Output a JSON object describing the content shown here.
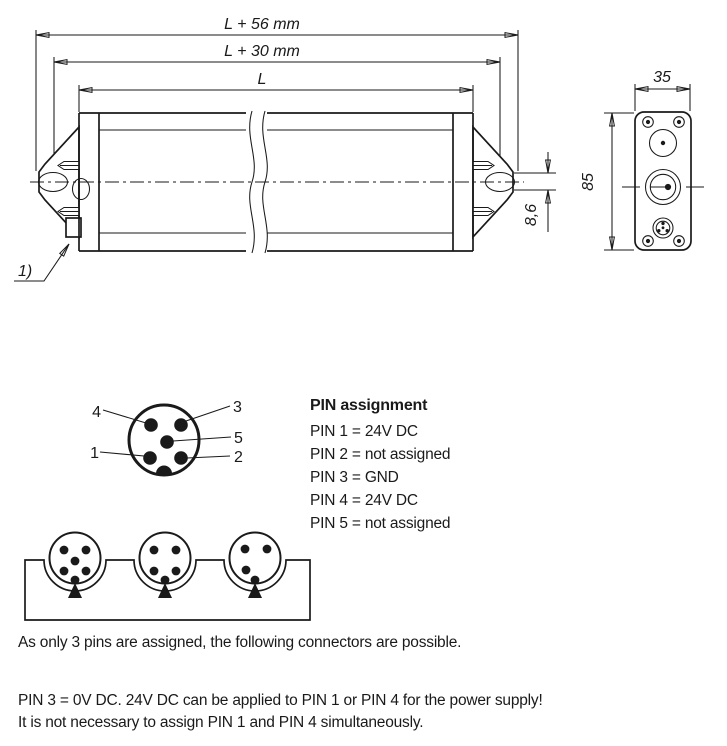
{
  "main_view": {
    "dim_overall": "L + 56 mm",
    "dim_mounting": "L + 30 mm",
    "dim_length": "L",
    "dim_slot_height": "8,6",
    "callout_label": "1)"
  },
  "end_view": {
    "dim_width": "35",
    "dim_height": "85"
  },
  "pin_diagram": {
    "pin_labels": {
      "p1": "1",
      "p2": "2",
      "p3": "3",
      "p4": "4",
      "p5": "5"
    }
  },
  "pin_assignment": {
    "title": "PIN assignment",
    "rows": [
      "PIN 1 = 24V DC",
      "PIN 2 = not assigned",
      "PIN 3 = GND",
      "PIN 4 = 24V DC",
      "PIN 5 = not assigned"
    ]
  },
  "notes": {
    "connectors_note": "As only 3 pins are assigned, the following connectors are possible.",
    "power_note_line1": "PIN 3 = 0V DC. 24V DC can be applied to PIN 1 or PIN 4 for the power supply!",
    "power_note_line2": "It is not necessary to assign PIN 1 and PIN 4 simultaneously."
  },
  "colors": {
    "line": "#1a1a1a",
    "background": "#ffffff"
  }
}
